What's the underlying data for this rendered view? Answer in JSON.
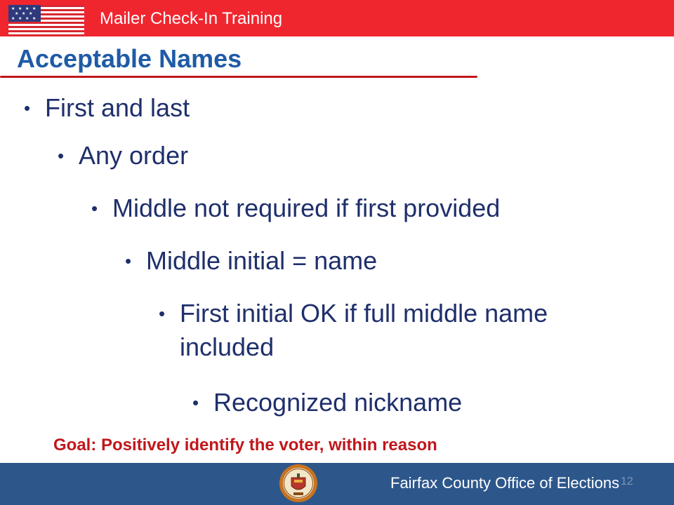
{
  "header": {
    "title": "Mailer Check-In Training"
  },
  "slide": {
    "title": "Acceptable Names",
    "bullets": [
      {
        "label": "First and last"
      },
      {
        "label": "Any order"
      },
      {
        "label": "Middle not required if first provided"
      },
      {
        "label": "Middle initial = name"
      },
      {
        "label": "First initial OK if full middle name included"
      },
      {
        "label": "Recognized nickname"
      }
    ],
    "goal": "Goal: Positively identify the voter, within reason"
  },
  "footer": {
    "organization": "Fairfax County Office of Elections",
    "page_number": "12"
  },
  "colors": {
    "header_red": "#f0262f",
    "title_blue": "#1f5ba6",
    "bullet_navy": "#1f2f6b",
    "goal_red": "#c0171c",
    "footer_blue": "#2d578b"
  },
  "icons": [
    "us-flag-icon",
    "bullet-dot-icon",
    "county-seal-icon"
  ]
}
